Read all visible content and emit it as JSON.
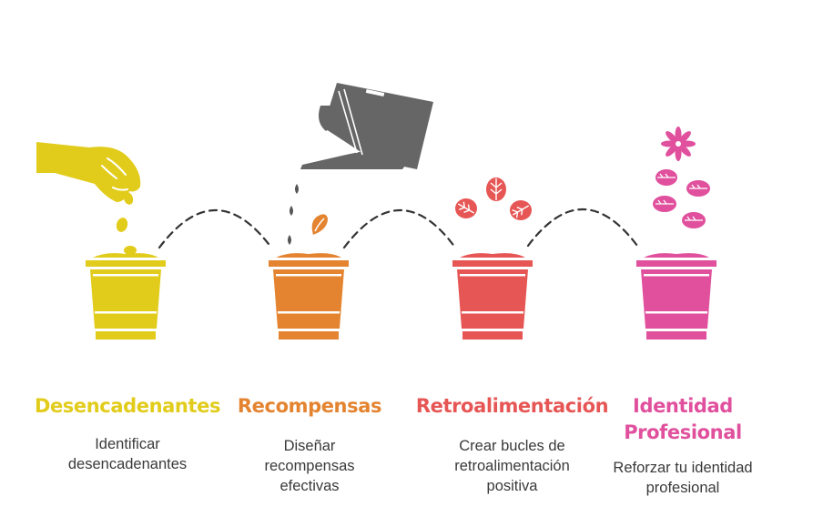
{
  "colors": {
    "yellow": "#e2cc1b",
    "orange": "#e48430",
    "red": "#e65655",
    "pink": "#e0509d",
    "gray": "#666666",
    "connector": "#333333",
    "text": "#3a3a3a"
  },
  "steps": [
    {
      "title": "Desencadenantes",
      "desc": "Identificar desencadenantes",
      "color": "#e2cc1b",
      "icon": "hand-dropping-seeds-icon"
    },
    {
      "title": "Recompensas",
      "desc": "Diseñar recompensas efectivas",
      "color": "#e48430",
      "icon": "watering-can-icon"
    },
    {
      "title": "Retroalimentación",
      "desc": "Crear bucles de retroalimentación positiva",
      "color": "#e65655",
      "icon": "leaves-icon"
    },
    {
      "title": "Identidad Profesional",
      "desc": "Reforzar tu identidad profesional",
      "color": "#e0509d",
      "icon": "flower-icon"
    }
  ]
}
